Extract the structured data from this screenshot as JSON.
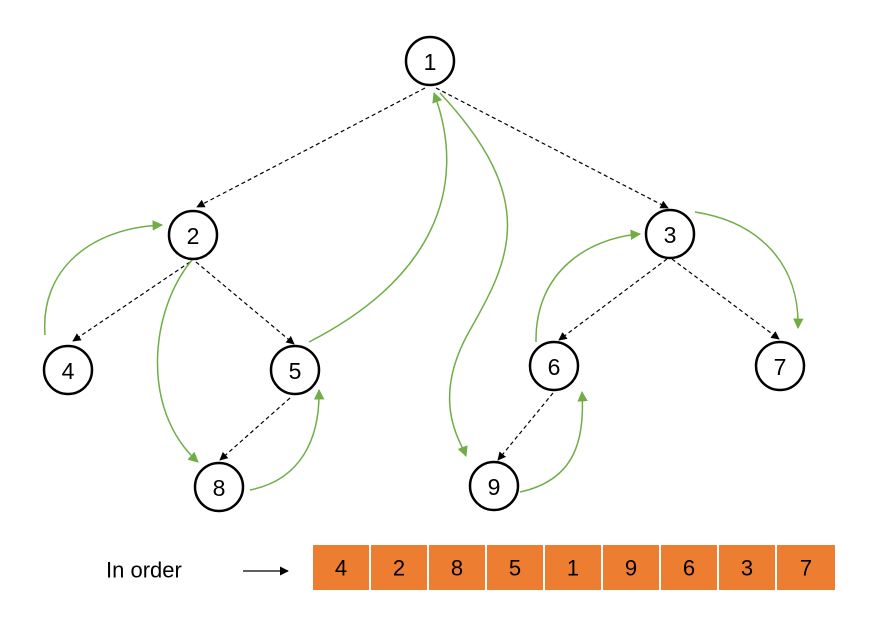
{
  "tree": {
    "nodes": [
      {
        "id": "n1",
        "label": "1"
      },
      {
        "id": "n2",
        "label": "2"
      },
      {
        "id": "n3",
        "label": "3"
      },
      {
        "id": "n4",
        "label": "4"
      },
      {
        "id": "n5",
        "label": "5"
      },
      {
        "id": "n6",
        "label": "6"
      },
      {
        "id": "n7",
        "label": "7"
      },
      {
        "id": "n8",
        "label": "8"
      },
      {
        "id": "n9",
        "label": "9"
      }
    ],
    "edges": [
      {
        "from": "1",
        "to": "2"
      },
      {
        "from": "1",
        "to": "3"
      },
      {
        "from": "2",
        "to": "4"
      },
      {
        "from": "2",
        "to": "5"
      },
      {
        "from": "5",
        "to": "8"
      },
      {
        "from": "3",
        "to": "6"
      },
      {
        "from": "3",
        "to": "7"
      },
      {
        "from": "6",
        "to": "9"
      }
    ]
  },
  "traversal": {
    "label": "In order",
    "sequence": [
      "4",
      "2",
      "8",
      "5",
      "1",
      "9",
      "6",
      "3",
      "7"
    ]
  },
  "colors": {
    "cell_fill": "#ed7d31",
    "traversal_arrow": "#70ad47",
    "edge": "#000000"
  }
}
